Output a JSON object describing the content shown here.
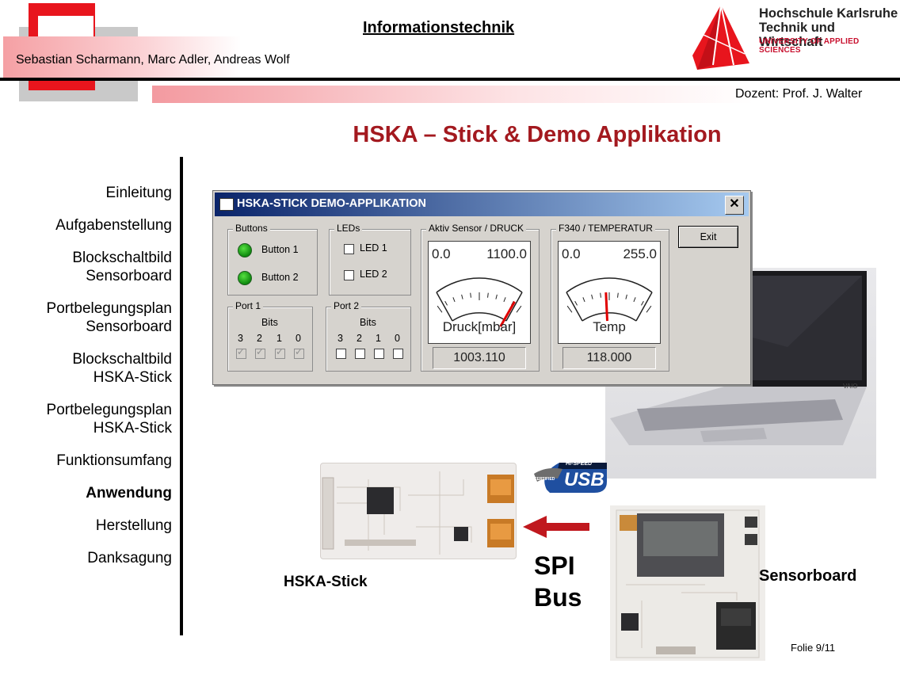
{
  "header": {
    "course": "Informationstechnik",
    "authors": "Sebastian Scharmann, Marc Adler, Andreas Wolf",
    "lecturer": "Dozent: Prof. J. Walter",
    "university_line1": "Hochschule Karlsruhe",
    "university_line2": "Technik und Wirtschaft",
    "university_line3": "UNIVERSITY OF APPLIED SCIENCES"
  },
  "slide": {
    "title": "HSKA – Stick &  Demo Applikation",
    "folie": "Folie 9/11"
  },
  "nav": {
    "items": [
      {
        "label": "Einleitung",
        "active": false
      },
      {
        "label": "Aufgabenstellung",
        "active": false
      },
      {
        "label": "Blockschaltbild\nSensorboard",
        "active": false
      },
      {
        "label": "Portbelegungsplan\nSensorboard",
        "active": false
      },
      {
        "label": "Blockschaltbild\nHSKA-Stick",
        "active": false
      },
      {
        "label": "Portbelegungsplan\nHSKA-Stick",
        "active": false
      },
      {
        "label": "Funktionsumfang",
        "active": false
      },
      {
        "label": "Anwendung",
        "active": true
      },
      {
        "label": "Herstellung",
        "active": false
      },
      {
        "label": "Danksagung",
        "active": false
      }
    ]
  },
  "app": {
    "title": "HSKA-STICK DEMO-APPLIKATION",
    "close": "✕",
    "exit": "Exit",
    "buttons_group": "Buttons",
    "button1": "Button 1",
    "button2": "Button 2",
    "leds_group": "LEDs",
    "led1": "LED 1",
    "led2": "LED 2",
    "port1_group": "Port 1",
    "port2_group": "Port 2",
    "bits_label": "Bits",
    "bit_numbers": [
      "3",
      "2",
      "1",
      "0"
    ],
    "pressure": {
      "group": "Aktiv Sensor / DRUCK",
      "min": "0.0",
      "max": "1100.0",
      "unit": "Druck[mbar]",
      "value": "1003.110",
      "level": 0.912
    },
    "temperature": {
      "group": "F340 / TEMPERATUR",
      "min": "0.0",
      "max": "255.0",
      "unit": "Temp",
      "value": "118.000",
      "level": 0.463
    }
  },
  "labels": {
    "stick": "HSKA-Stick",
    "sensorboard": "Sensorboard",
    "spi_line1": "SPI",
    "spi_line2": "Bus",
    "usb_badge_top": "HI-SPEED",
    "usb_badge_main": "USB",
    "usb_badge_cert": "CERTIFIED"
  },
  "colors": {
    "title_red": "#a3191f",
    "brand_red": "#e8151d",
    "window_title_blue": "#0a246a"
  }
}
